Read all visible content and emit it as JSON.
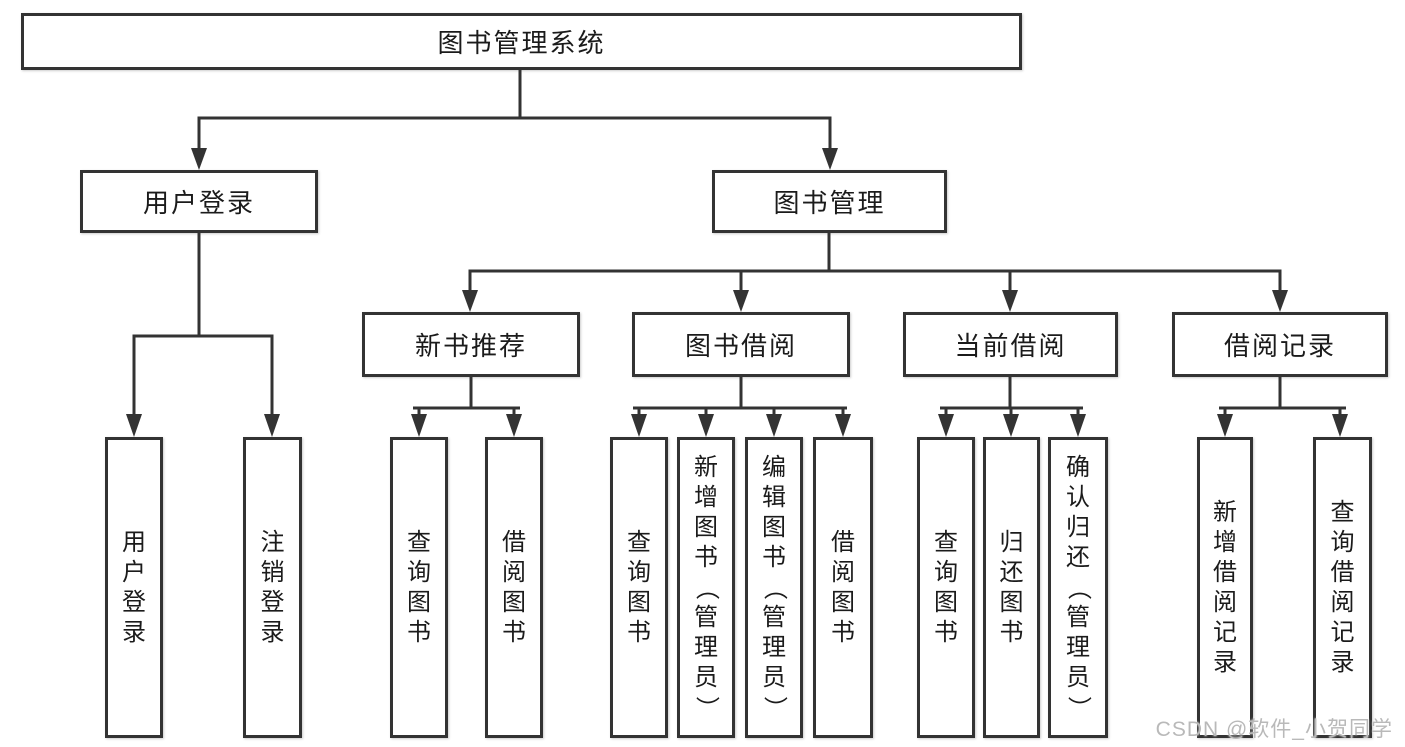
{
  "tree": {
    "root": "图书管理系统",
    "level2": [
      {
        "label": "用户登录",
        "children": [
          "用户登录",
          "注销登录"
        ]
      },
      {
        "label": "图书管理"
      }
    ],
    "level3": [
      {
        "label": "新书推荐",
        "children": [
          "查询图书",
          "借阅图书"
        ]
      },
      {
        "label": "图书借阅",
        "children": [
          "查询图书",
          "新增图书（管理员）",
          "编辑图书（管理员）",
          "借阅图书"
        ]
      },
      {
        "label": "当前借阅",
        "children": [
          "查询图书",
          "归还图书",
          "确认归还（管理员）"
        ]
      },
      {
        "label": "借阅记录",
        "children": [
          "新增借阅记录",
          "查询借阅记录"
        ]
      }
    ]
  },
  "watermark": "CSDN @软件_小贺同学",
  "colors": {
    "line": "#333333",
    "text": "#1b1b1b",
    "watermark": "#b9b9b9",
    "background": "#ffffff"
  }
}
